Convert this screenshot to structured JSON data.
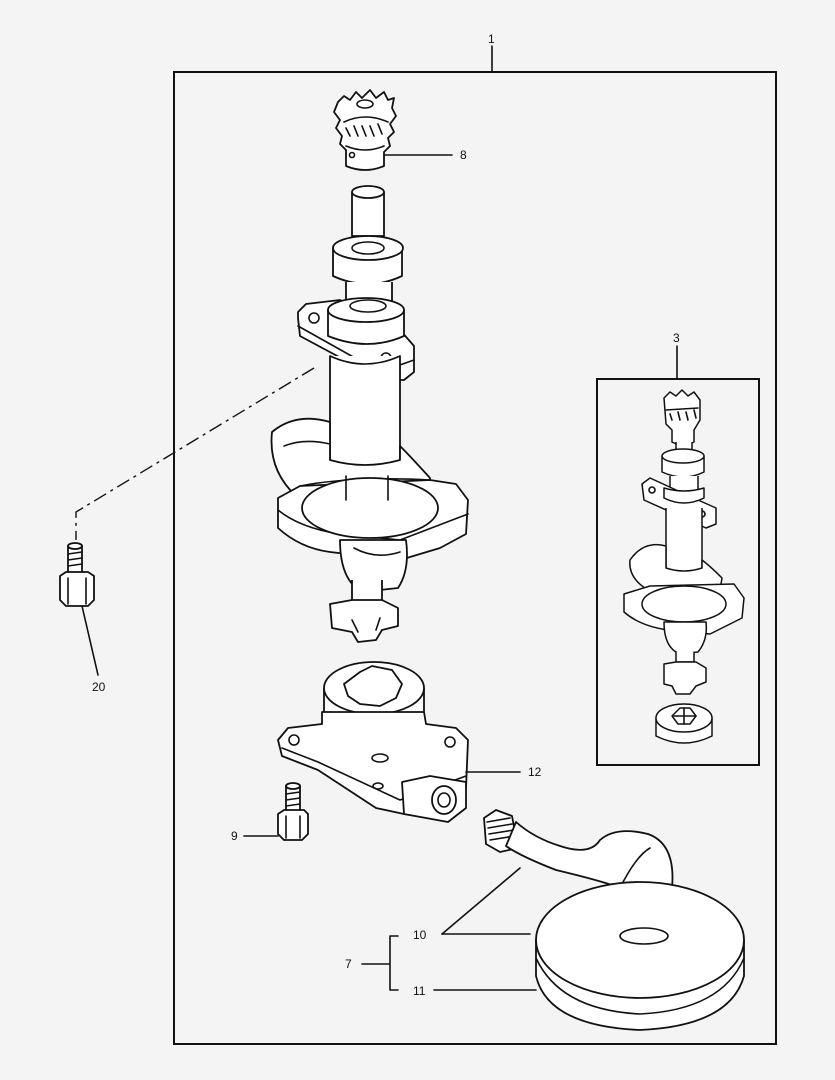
{
  "callouts": {
    "c1": "1",
    "c3": "3",
    "c7": "7",
    "c8": "8",
    "c9": "9",
    "c10": "10",
    "c11": "11",
    "c12": "12",
    "c20": "20"
  },
  "colors": {
    "line": "#111111",
    "background": "#f4f4f4",
    "part_fill": "#ffffff"
  }
}
